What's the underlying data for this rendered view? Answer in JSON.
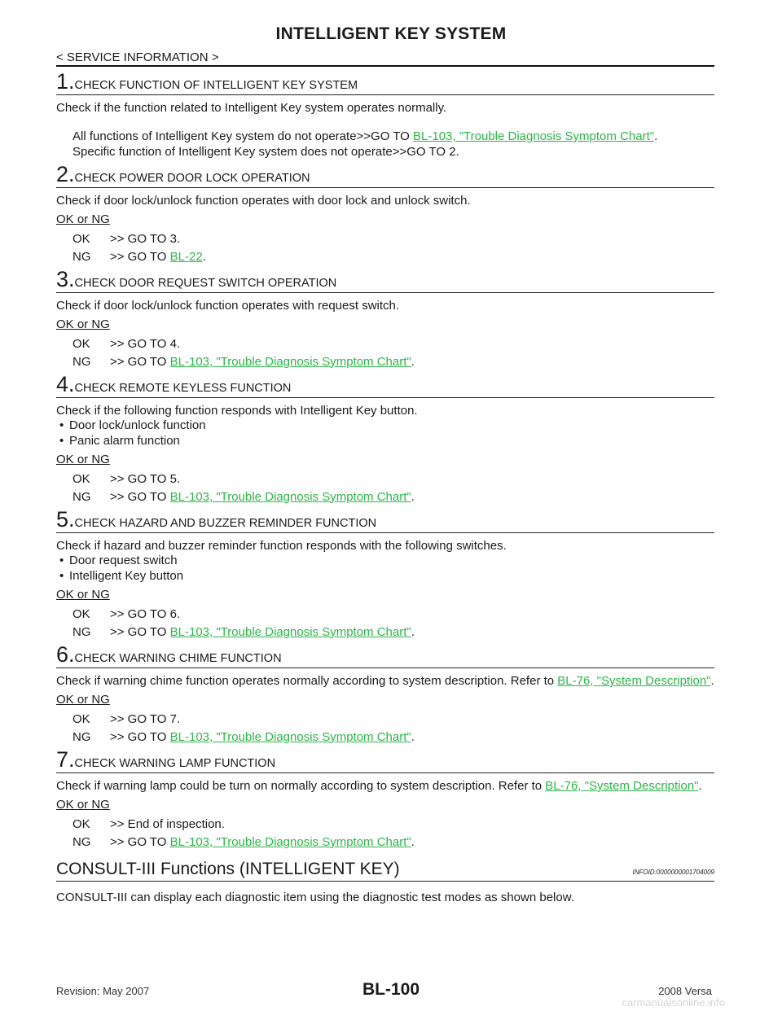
{
  "header": {
    "title": "INTELLIGENT KEY SYSTEM",
    "section": "< SERVICE INFORMATION >"
  },
  "ok_ng_label": "OK or NG",
  "steps": [
    {
      "num": "1.",
      "title": "CHECK FUNCTION OF INTELLIGENT KEY SYSTEM",
      "text": "Check if the function related to Intelligent Key system operates normally.",
      "results": [
        {
          "text": "All functions of Intelligent Key system do not operate>>GO TO ",
          "link": "BL-103, \"Trouble Diagnosis Symptom Chart\"",
          "suffix": "."
        },
        {
          "text": "Specific function of Intelligent Key system does not operate>>GO TO 2."
        }
      ]
    },
    {
      "num": "2.",
      "title": "CHECK POWER DOOR LOCK OPERATION",
      "text": "Check if door lock/unlock function operates with door lock and unlock switch.",
      "ok": "OK",
      "ok_action": ">> GO TO 3.",
      "ng": "NG",
      "ng_action": ">> GO TO ",
      "ng_link": "BL-22",
      "suffix": "."
    },
    {
      "num": "3.",
      "title": "CHECK DOOR REQUEST SWITCH OPERATION",
      "text": "Check if door lock/unlock function operates with request switch.",
      "ok": "OK",
      "ok_action": ">> GO TO 4.",
      "ng": "NG",
      "ng_action": ">> GO TO ",
      "ng_link": "BL-103, \"Trouble Diagnosis Symptom Chart\"",
      "suffix": "."
    },
    {
      "num": "4.",
      "title": "CHECK REMOTE KEYLESS FUNCTION",
      "text": "Check if the following function responds with Intelligent Key button.",
      "bullets": [
        "Door lock/unlock function",
        "Panic alarm function"
      ],
      "ok": "OK",
      "ok_action": ">> GO TO 5.",
      "ng": "NG",
      "ng_action": ">> GO TO ",
      "ng_link": "BL-103, \"Trouble Diagnosis Symptom Chart\"",
      "suffix": "."
    },
    {
      "num": "5.",
      "title": "CHECK HAZARD AND BUZZER REMINDER FUNCTION",
      "text": "Check if hazard and buzzer reminder function responds with the following switches.",
      "bullets": [
        "Door request switch",
        "Intelligent Key button"
      ],
      "ok": "OK",
      "ok_action": ">> GO TO 6.",
      "ng": "NG",
      "ng_action": ">> GO TO ",
      "ng_link": "BL-103, \"Trouble Diagnosis Symptom Chart\"",
      "suffix": "."
    },
    {
      "num": "6.",
      "title": "CHECK WARNING CHIME FUNCTION",
      "text": "Check if warning chime function operates normally according to system description. Refer to ",
      "text_link": "BL-76, \"System Description\"",
      "text_suffix": ".",
      "ok": "OK",
      "ok_action": ">> GO TO 7.",
      "ng": "NG",
      "ng_action": ">> GO TO ",
      "ng_link": "BL-103, \"Trouble Diagnosis Symptom Chart\"",
      "suffix": "."
    },
    {
      "num": "7.",
      "title": "CHECK WARNING LAMP FUNCTION",
      "text": "Check if warning lamp could be turn on normally according to system description. Refer to ",
      "text_link": "BL-76, \"System Description\"",
      "text_suffix": ".",
      "ok": "OK",
      "ok_action": ">> End of inspection.",
      "ng": "NG",
      "ng_action": ">> GO TO ",
      "ng_link": "BL-103, \"Trouble Diagnosis Symptom Chart\"",
      "suffix": "."
    }
  ],
  "consult": {
    "title": "CONSULT-III Functions (INTELLIGENT KEY)",
    "infoid": "INFOID:0000000001704009",
    "text": "CONSULT-III can display each diagnostic item using the diagnostic test modes as shown below."
  },
  "footer": {
    "revision": "Revision: May 2007",
    "page": "BL-100",
    "model": "2008 Versa",
    "watermark": "carmanualsonline.info"
  },
  "colors": {
    "link": "#2db548"
  }
}
